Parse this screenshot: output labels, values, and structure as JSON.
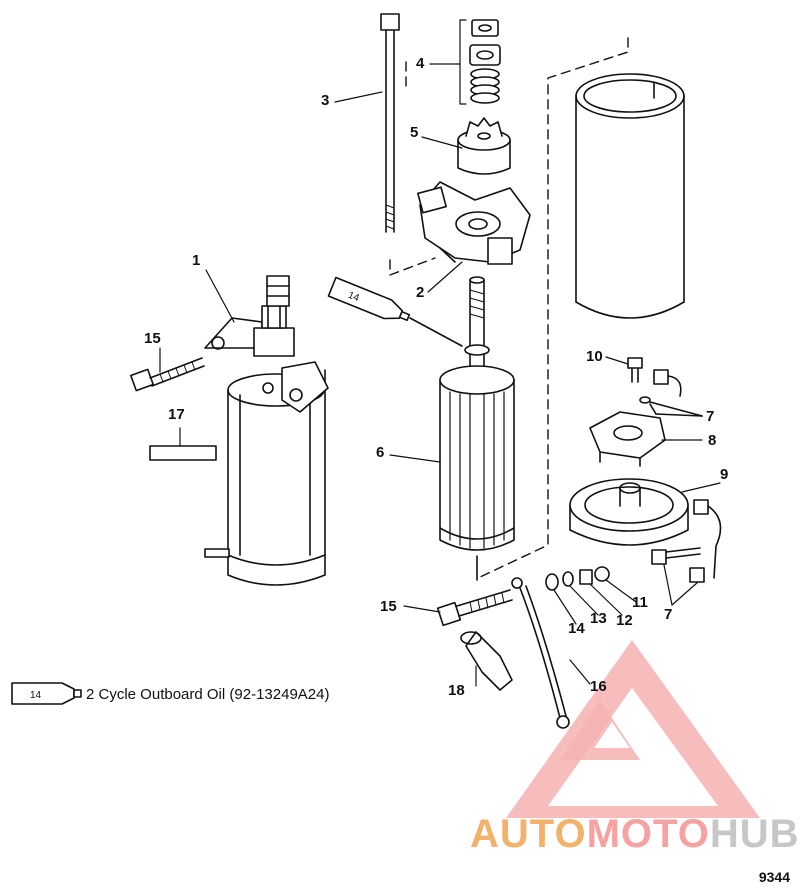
{
  "callouts": {
    "c1": "1",
    "c2": "2",
    "c3": "3",
    "c4": "4",
    "c5": "5",
    "c6": "6",
    "c7a": "7",
    "c7b": "7",
    "c8": "8",
    "c9": "9",
    "c10": "10",
    "c11": "11",
    "c12": "12",
    "c13": "13",
    "c14": "14",
    "c15a": "15",
    "c15b": "15",
    "c16": "16",
    "c17": "17",
    "c18": "18"
  },
  "tube_icon_label": "14",
  "legend": {
    "icon_label": "14",
    "text": "2 Cycle Outboard Oil (92-13249A24)"
  },
  "watermark": {
    "part1": "AUTO",
    "part2": "MOTO",
    "part3": "HUB",
    "colors": {
      "triangle": "#f08a8a",
      "part1": "#f3b26b",
      "part2": "#f6a2a2",
      "part3": "#c7c7c7"
    }
  },
  "figure_number": "9344"
}
